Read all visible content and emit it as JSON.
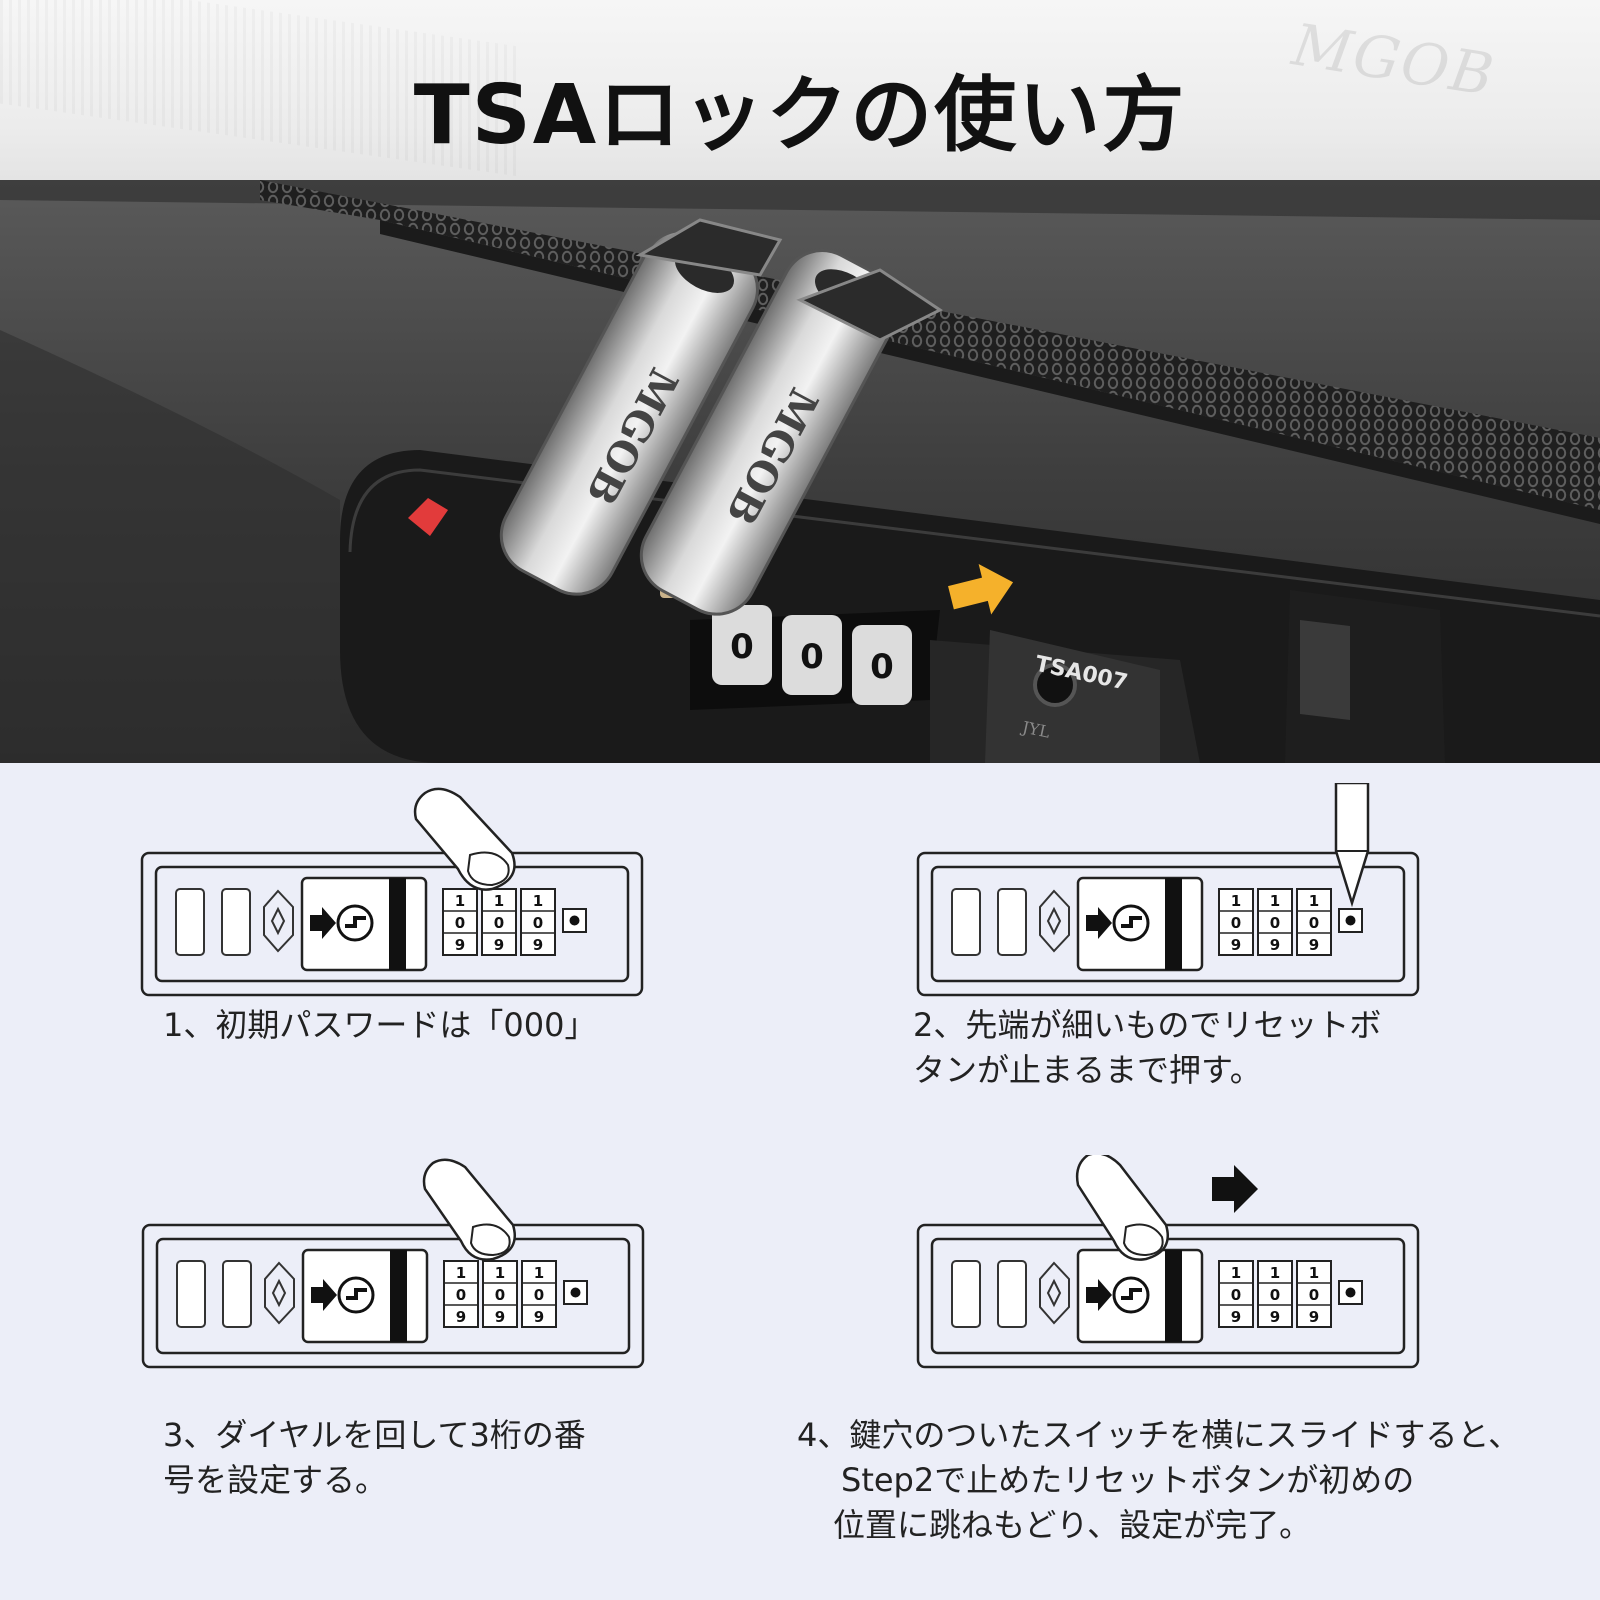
{
  "title": "TSAロックの使い方",
  "photo": {
    "watermark_brand": "MGOB",
    "zipper_pull_brand": "MGOB",
    "lock_model": "TSA007",
    "lock_maker": "JYL",
    "dial_digits": [
      "0",
      "0",
      "0"
    ]
  },
  "diagram": {
    "dial_rows": [
      "1",
      "0",
      "9"
    ]
  },
  "steps": [
    {
      "lines": [
        "1、初期パスワードは「000」"
      ]
    },
    {
      "lines": [
        "2、先端が細いものでリセットボ",
        "タンが止まるまで押す。"
      ]
    },
    {
      "lines": [
        "3、ダイヤルを回して3桁の番",
        "号を設定する。"
      ]
    },
    {
      "lines": [
        "4、鍵穴のついたスイッチを横にスライドすると、",
        "Step2で止めたリセットボタンが初めの",
        "位置に跳ねもどり、設定が完了。"
      ]
    }
  ],
  "colors": {
    "background": "#eceef8",
    "accent_arrow": "#f5b12b",
    "indicator": "#e23b3b"
  }
}
